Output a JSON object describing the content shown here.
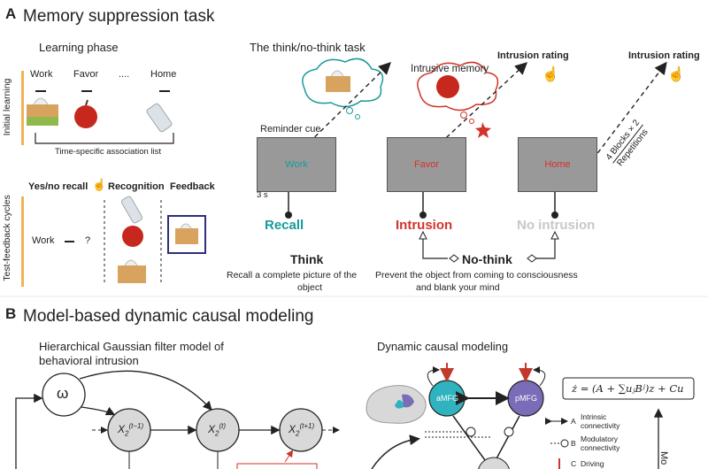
{
  "panel_a": {
    "letter": "A",
    "title": "Memory suppression task",
    "learning_phase": "Learning phase",
    "side_initial": "Initial learning",
    "side_test": "Test-feedback cycles",
    "words": [
      "Work",
      "Favor",
      "....",
      "Home"
    ],
    "association_list": "Time-specific association list",
    "yes_no": "Yes/no recall",
    "recognition": "Recognition",
    "feedback": "Feedback",
    "test_word": "Work",
    "test_q": "?",
    "tnt_title": "The think/no-think task",
    "intrusive_memory": "Intrusive memory",
    "intrusion_rating_1": "Intrusion rating",
    "intrusion_rating_2": "Intrusion rating",
    "reminder_cue": "Reminder cue",
    "cue_work": "Work",
    "cue_favor": "Favor",
    "cue_home": "Home",
    "duration": "3 s",
    "recall": "Recall",
    "intrusion": "Intrusion",
    "no_intrusion": "No intrusion",
    "think": "Think",
    "no_think": "No-think",
    "think_desc_1": "Recall a complete picture of the",
    "think_desc_2": "object",
    "nothink_desc_1": "Prevent the object from coming to consciousness",
    "nothink_desc_2": "and blank your mind",
    "blocks_1": "4 Blocks × 2",
    "blocks_2": "Repetitions"
  },
  "panel_b": {
    "letter": "B",
    "title": "Model-based dynamic causal modeling",
    "hgf_title_1": "Hierarchical Gaussian filter model of",
    "hgf_title_2": "behavioral intrusion",
    "omega": "ω",
    "x_prev": "X",
    "x_prev_sup": "(t−1)",
    "x_cur": "X",
    "x_cur_sup": "(t)",
    "x_next": "X",
    "x_next_sup": "(t+1)",
    "x_sub": "2",
    "dcm_title": "Dynamic causal modeling",
    "amfg": "aMFG",
    "pmfg": "pMFG",
    "equation": "ż = (A + ∑uⱼBʲ)z + Cu",
    "legend_a_letter": "A",
    "legend_a_1": "Intrinsic",
    "legend_a_2": "connectivity",
    "legend_b_letter": "B",
    "legend_b_1": "Modulatory",
    "legend_b_2": "connectivity",
    "legend_c_letter": "C",
    "legend_c_1": "Driving",
    "side_mo": "Mo"
  },
  "colors": {
    "teal": "#1a9a99",
    "red": "#d2332a",
    "grey_text": "#c8c8c8",
    "amfg": "#2eb3bf",
    "pmfg": "#7a6cb8",
    "orange_bar": "#f2b255",
    "navy": "#2f2f7a"
  }
}
